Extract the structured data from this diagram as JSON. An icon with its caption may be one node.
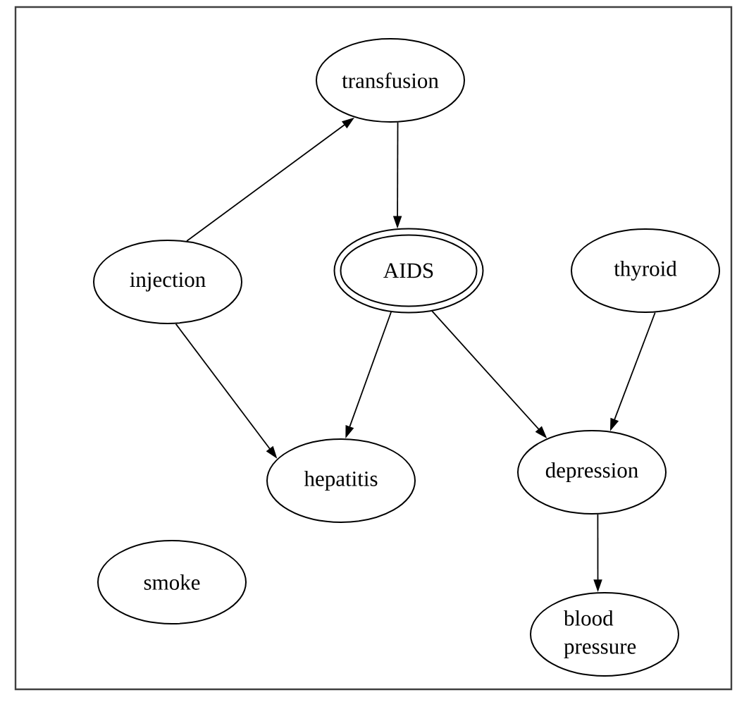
{
  "diagram": {
    "nodes": [
      {
        "text": [
          "transfusion"
        ]
      },
      {
        "text": [
          "injection"
        ]
      },
      {
        "text": [
          "AIDS"
        ]
      },
      {
        "text": [
          "thyroid"
        ]
      },
      {
        "text": [
          "hepatitis"
        ]
      },
      {
        "text": [
          "depression"
        ]
      },
      {
        "text": [
          "smoke"
        ]
      },
      {
        "text": [
          "blood pressure"
        ]
      }
    ],
    "edges": [
      {
        "from": 1,
        "to": 0,
        "arrow": "to"
      },
      {
        "from": 0,
        "to": 2,
        "arrow": "to"
      },
      {
        "from": 1,
        "to": 4,
        "arrow": "to"
      },
      {
        "from": 2,
        "to": 4,
        "arrow": "to"
      },
      {
        "from": 2,
        "to": 5,
        "arrow": "to"
      },
      {
        "from": 3,
        "to": 5,
        "arrow": "to"
      },
      {
        "from": 5,
        "to": 7,
        "arrow": "to"
      }
    ]
  }
}
